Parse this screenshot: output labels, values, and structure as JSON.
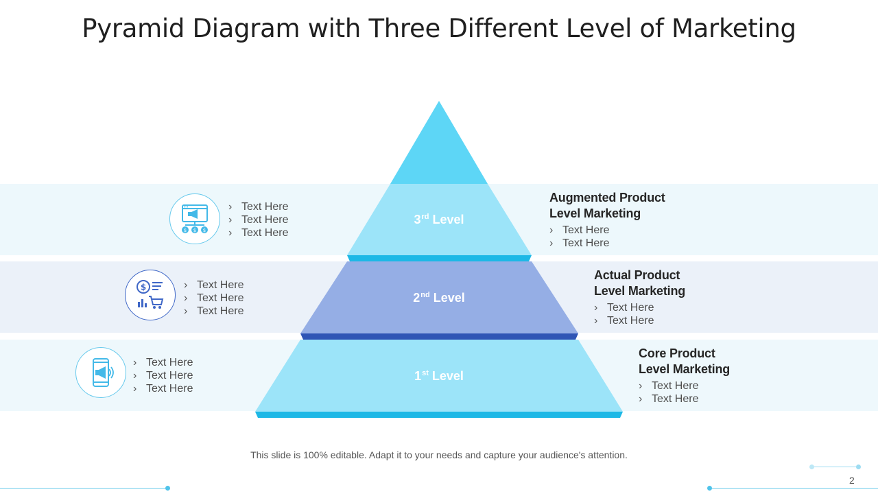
{
  "title": "Pyramid Diagram with Three Different Level of Marketing",
  "levels": {
    "third": {
      "label_prefix": "3",
      "label_suffix": "rd",
      "label_word": "Level",
      "heading_line1": "Augmented Product",
      "heading_line2": "Level Marketing",
      "right_bullets": [
        "Text Here",
        "Text Here"
      ],
      "left_bullets": [
        "Text Here",
        "Text Here",
        "Text Here"
      ],
      "icon": "digital-marketing-icon"
    },
    "second": {
      "label_prefix": "2",
      "label_suffix": "nd",
      "label_word": "Level",
      "heading_line1": "Actual Product",
      "heading_line2": "Level Marketing",
      "right_bullets": [
        "Text Here",
        "Text Here"
      ],
      "left_bullets": [
        "Text Here",
        "Text Here",
        "Text Here"
      ],
      "icon": "sales-analytics-icon"
    },
    "first": {
      "label_prefix": "1",
      "label_suffix": "st",
      "label_word": "Level",
      "heading_line1": "Core Product",
      "heading_line2": "Level Marketing",
      "right_bullets": [
        "Text Here",
        "Text Here"
      ],
      "left_bullets": [
        "Text Here",
        "Text Here",
        "Text Here"
      ],
      "icon": "mobile-megaphone-icon"
    }
  },
  "footnote": "This slide is 100% editable. Adapt it to your needs and capture your audience's attention.",
  "page_number": "2",
  "colors": {
    "apex": "#5dd6f6",
    "tier_light": "#9ce4f9",
    "tier_blue": "#95aee5",
    "base_light": "#1db8e6",
    "base_dark": "#2f55b5",
    "accent_cyan": "#66c9ec",
    "accent_blue": "#3f67c7"
  }
}
